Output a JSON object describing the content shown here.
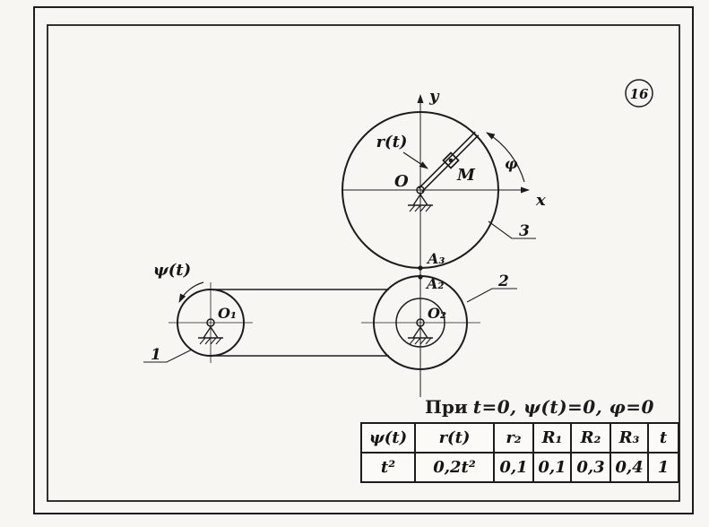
{
  "badge": {
    "number": "16"
  },
  "labels": {
    "y_axis": "y",
    "x_axis": "x",
    "origin": "O",
    "slider": "M",
    "radius_fn": "r(t)",
    "phi": "φ",
    "point_a3": "A₃",
    "point_a2": "A₂",
    "center_o2": "O₂",
    "center_o1": "O₁",
    "psi_fn": "ψ(t)",
    "body1": "1",
    "body2": "2",
    "body3": "3"
  },
  "caption": {
    "prefix": "При",
    "formula": "t=0, ψ(t)=0, φ=0"
  },
  "table": {
    "headers": [
      "ψ(t)",
      "r(t)",
      "r₂",
      "R₁",
      "R₂",
      "R₃",
      "t"
    ],
    "values": [
      "t²",
      "0,2t²",
      "0,1",
      "0,1",
      "0,3",
      "0,4",
      "1"
    ]
  },
  "colors": {
    "ink": "#1c1c1c",
    "paper": "#f7f6f2"
  }
}
